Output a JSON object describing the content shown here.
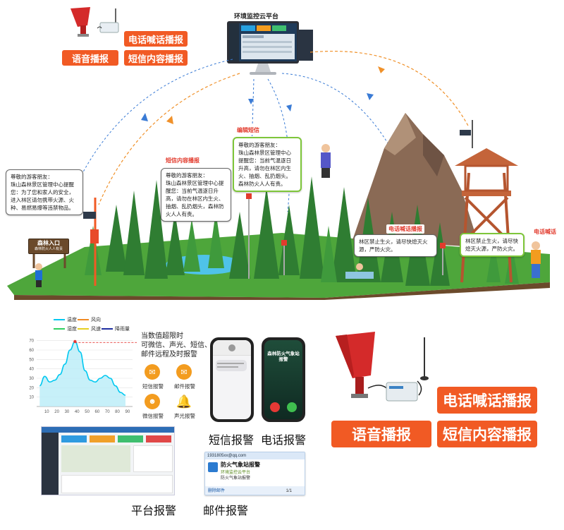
{
  "top": {
    "platform_title": "环境监控云平台",
    "sms_edit_tag": "编辑短信",
    "device_tags": [
      "电话喊话播报",
      "语音播报",
      "短信内容播报"
    ]
  },
  "scene": {
    "bubble_left": {
      "greeting": "尊敬的游客朋友：",
      "body": "珠山森林景区管理中心提醒您：为了您和家人的安全，进入林区请勿携带火源、火种、易燃易爆等违禁物品。"
    },
    "bubble_mid_tag": "短信内容播报",
    "bubble_mid": {
      "greeting": "尊敬的游客朋友：",
      "body": "珠山森林景区管理中心提醒您：当前气温逐日升高，请勿在林区内生火、抽烟、乱扔烟头，森林防火人人有责。"
    },
    "bubble_top": {
      "greeting": "尊敬的游客朋友：",
      "body": "珠山森林景区管理中心提醒您：当前气温逐日升高，请勿在林区内生火、抽烟、乱扔烟头。森林防火人人有责。"
    },
    "bubble_call_tag": "电话喊话播报",
    "bubble_call": "林区禁止生火，请尽快熄灭火源，严防火灾。",
    "bubble_right_tag": "电话喊话",
    "bubble_right": "林区禁止生火，请尽快熄灭火源，严防火灾。",
    "sign_title": "森林入口",
    "sign_sub": "森林防火人人有责"
  },
  "chart_data": {
    "type": "area",
    "legend": [
      {
        "name": "温度",
        "color": "#00c8f0"
      },
      {
        "name": "风向",
        "color": "#f08a24"
      },
      {
        "name": "湿度",
        "color": "#30d060"
      },
      {
        "name": "风速",
        "color": "#e6d020"
      },
      {
        "name": "降雨量",
        "color": "#1f2fa0"
      }
    ],
    "x_ticks": [
      10,
      20,
      30,
      40,
      50,
      60,
      70,
      80,
      90
    ],
    "y_ticks": [
      10,
      20,
      30,
      40,
      50,
      60,
      70
    ],
    "xlim": [
      0,
      95
    ],
    "ylim": [
      0,
      75
    ],
    "threshold": 68,
    "series": [
      {
        "x": [
          3,
          8,
          13,
          18,
          23,
          28,
          33,
          38,
          43,
          48,
          53,
          58,
          63,
          68,
          73,
          78,
          83,
          88
        ],
        "y": [
          22,
          32,
          26,
          28,
          34,
          45,
          60,
          69,
          58,
          38,
          28,
          26,
          30,
          33,
          30,
          22,
          15,
          12
        ]
      }
    ]
  },
  "alerts": {
    "desc_lines": [
      "当数值超限时",
      "可微信、声光、短信、",
      "邮件远程及时报警"
    ],
    "items": [
      "短信报警",
      "邮件报警",
      "微信报警",
      "声光报警"
    ]
  },
  "phones": {
    "sms_caption": "短信报警",
    "call_caption": "电话报警",
    "call_title": "森林防火气象站报警"
  },
  "device": {
    "tags": [
      "电话喊话播报",
      "语音播报",
      "短信内容播报"
    ]
  },
  "bottom": {
    "platform_caption": "平台报警",
    "email_caption": "邮件报警",
    "email_from": "1931805xx@qq.com",
    "email_subject": "防火气象站报警",
    "email_line1": "环境监控云平台",
    "email_line2": "防火气象站报警",
    "email_action": "删除邮件",
    "email_page": "1/1"
  }
}
